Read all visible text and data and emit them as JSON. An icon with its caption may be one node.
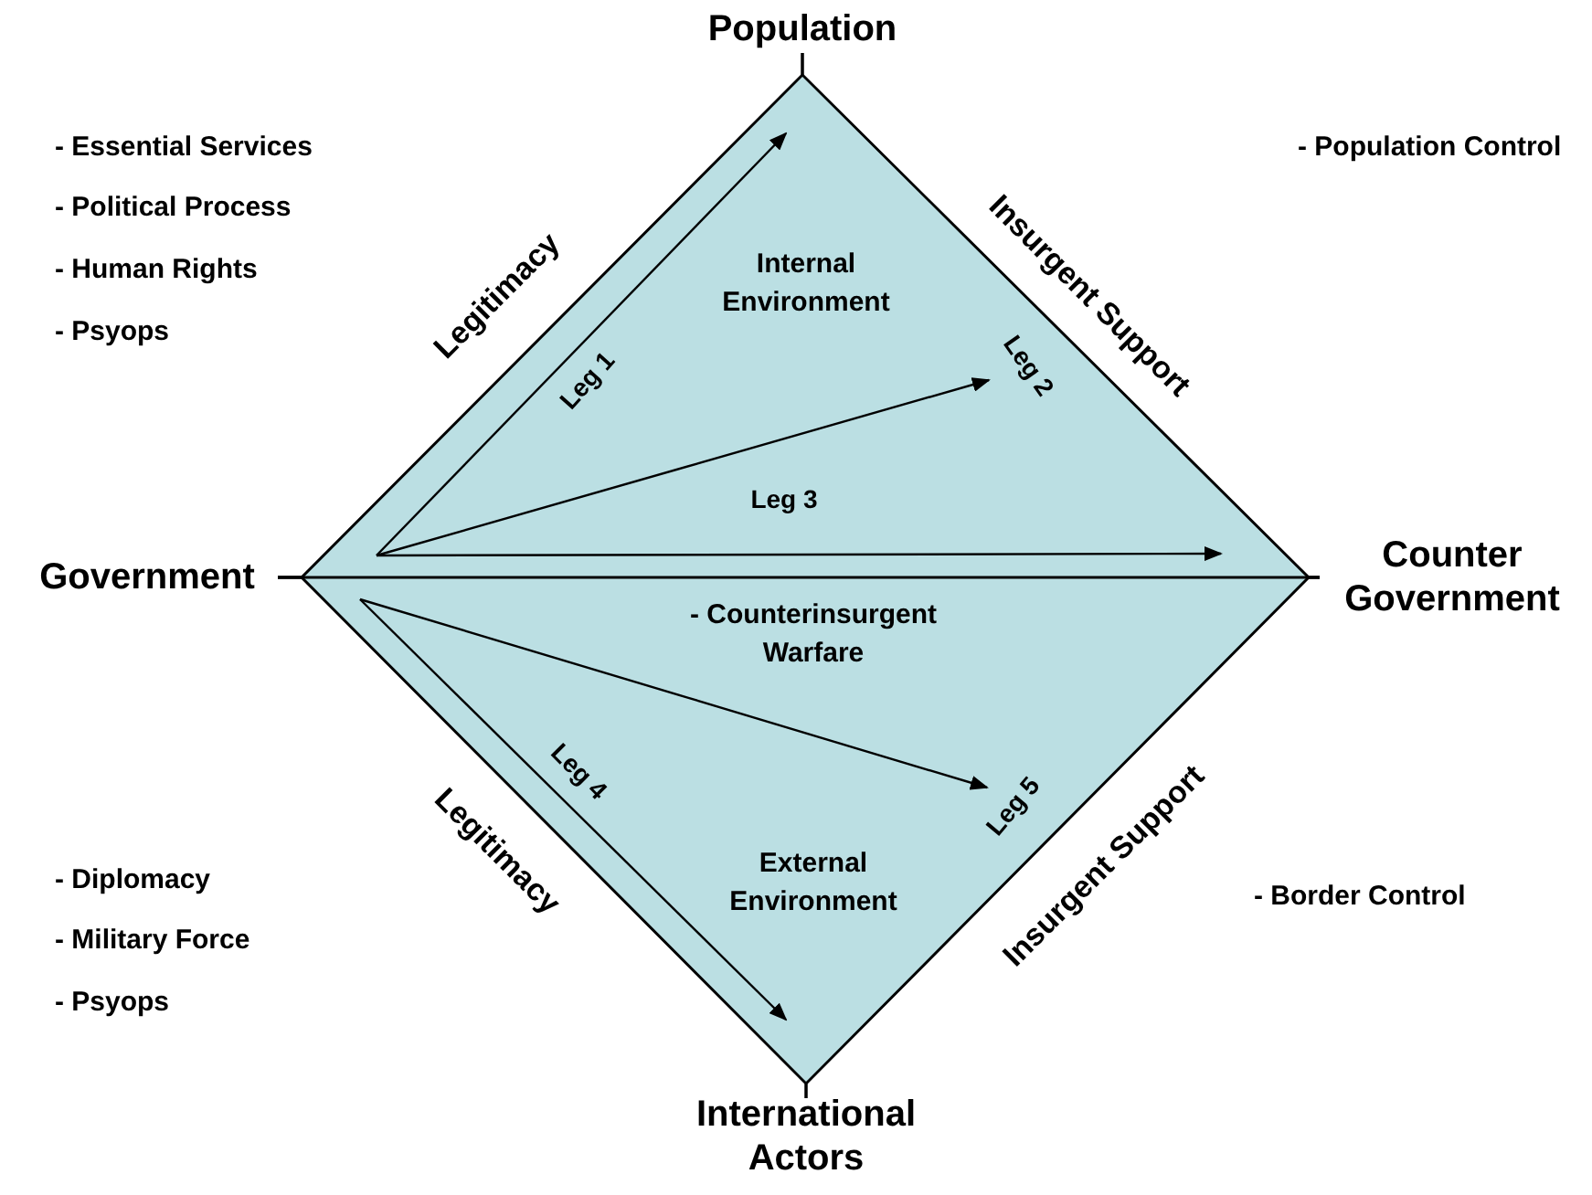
{
  "diagram": {
    "nodes": [
      {
        "text": [
          "Population"
        ]
      },
      {
        "text": [
          "Government"
        ]
      },
      {
        "text": [
          "Counter Government"
        ]
      },
      {
        "text": [
          "International Actors"
        ]
      }
    ],
    "edges": [
      {
        "from": 1,
        "to": 0,
        "arrow": "none",
        "label": "Legitimacy"
      },
      {
        "from": 0,
        "to": 2,
        "arrow": "none",
        "label": "Insurgent Support"
      },
      {
        "from": 1,
        "to": 3,
        "arrow": "none",
        "label": "Legitimacy"
      },
      {
        "from": 3,
        "to": 2,
        "arrow": "none",
        "label": "Insurgent Support"
      },
      {
        "from": 1,
        "to": 2,
        "arrow": "none"
      },
      {
        "from": 1,
        "to": 0,
        "arrow": "to",
        "label": "Leg 1"
      },
      {
        "from": 1,
        "to": null,
        "arrow": "to",
        "label": "Leg 2"
      },
      {
        "from": 1,
        "to": 2,
        "arrow": "to",
        "label": "Leg 3"
      },
      {
        "from": 1,
        "to": 3,
        "arrow": "to",
        "label": "Leg 4"
      },
      {
        "from": 1,
        "to": null,
        "arrow": "to",
        "label": "Leg 5"
      }
    ],
    "labels": [
      "- Essential Services",
      "- Political Process",
      "- Human Rights",
      "- Psyops",
      "- Population Control",
      "Internal Environment",
      "- Counterinsurgent Warfare",
      "External Environment",
      "- Diplomacy",
      "- Military Force",
      "- Psyops",
      "- Border Control"
    ]
  }
}
